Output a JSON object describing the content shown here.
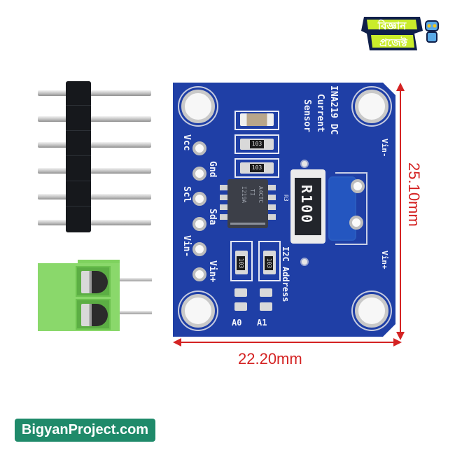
{
  "brand": {
    "logo_text": "বিজ্ঞান প্রজেক্ট",
    "logo_icon": "robot-icon",
    "website": "BigyanProject.com",
    "badge_color": "#1f8a6a"
  },
  "board": {
    "title_lines": [
      "INA219 DC",
      "Current",
      "Sensor"
    ],
    "left_pins": [
      "Vcc",
      "Gnd",
      "Scl",
      "Sda",
      "Vin-",
      "Vin+"
    ],
    "right_labels": {
      "top": "Vin-",
      "bottom": "Vin+"
    },
    "shunt_label": "R100",
    "shunt_ref": "R3",
    "resistor_codes": [
      "103",
      "103",
      "103",
      "103"
    ],
    "chip_marking": [
      "I219A",
      "TI",
      "A4CTC"
    ],
    "i2c_label": "I2C Address",
    "address_pads": [
      "A0",
      "A1"
    ],
    "pcb_color": "#1f3fa6"
  },
  "accessories": {
    "pin_header_count": 6,
    "terminal_block_positions": 2,
    "terminal_color": "#8ad86b"
  },
  "dimensions": {
    "width": "22.20mm",
    "height": "25.10mm",
    "color": "#d42323"
  }
}
